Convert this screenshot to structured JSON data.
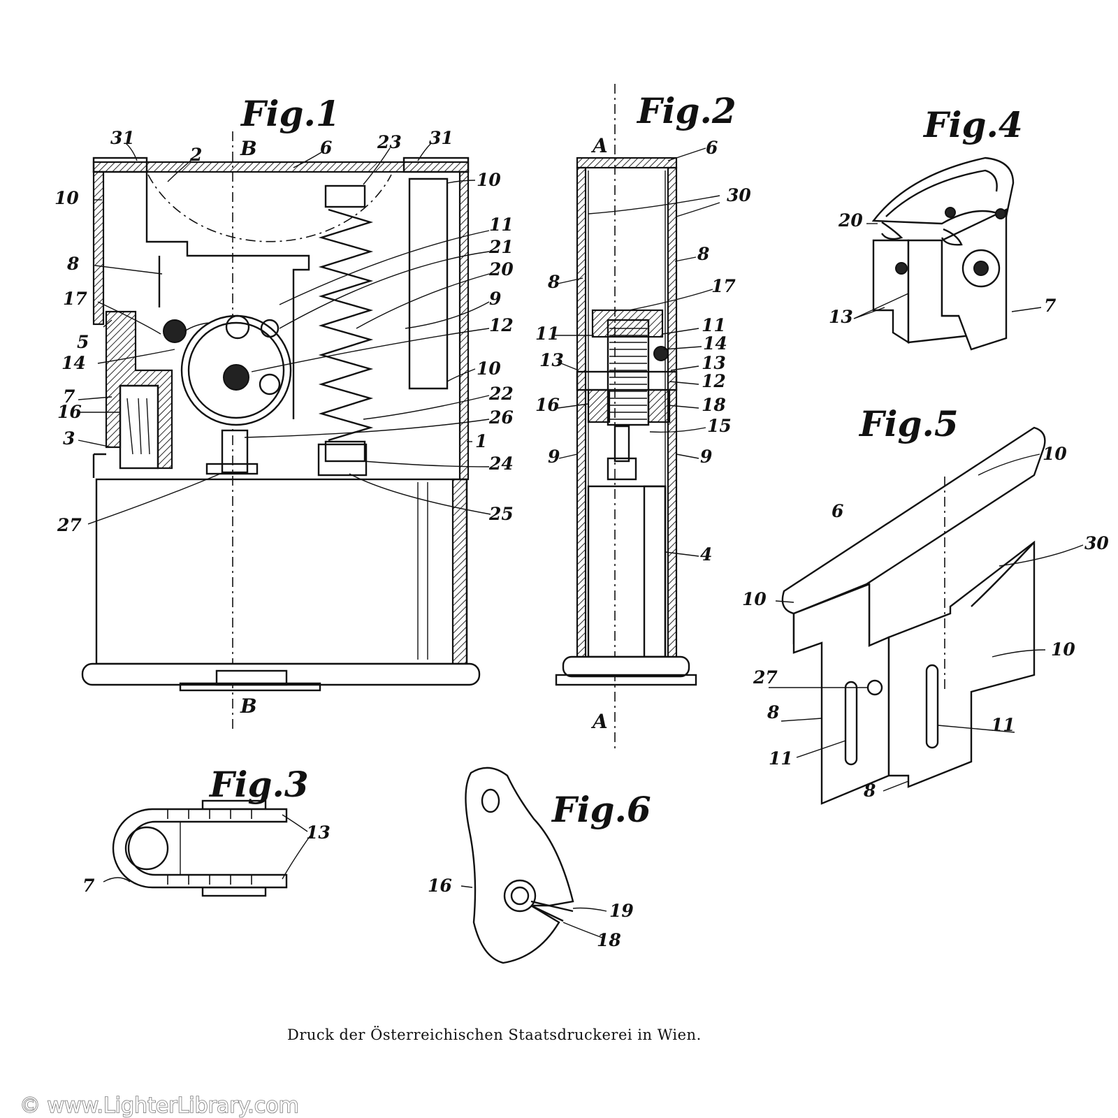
{
  "figures": [
    {
      "id": "fig1",
      "title": "Fig.1"
    },
    {
      "id": "fig2",
      "title": "Fig.2"
    },
    {
      "id": "fig3",
      "title": "Fig.3"
    },
    {
      "id": "fig4",
      "title": "Fig.4"
    },
    {
      "id": "fig5",
      "title": "Fig.5"
    },
    {
      "id": "fig6",
      "title": "Fig.6"
    }
  ],
  "section_marks": {
    "fig1_top": "B",
    "fig1_bottom": "B",
    "fig2_top": "A",
    "fig2_bottom": "A"
  },
  "labels": {
    "fig1": [
      "31",
      "31",
      "2",
      "6",
      "23",
      "10",
      "10",
      "11",
      "21",
      "20",
      "8",
      "9",
      "12",
      "17",
      "5",
      "14",
      "10",
      "7",
      "16",
      "3",
      "22",
      "26",
      "1",
      "24",
      "27",
      "25"
    ],
    "fig2": [
      "6",
      "30",
      "8",
      "8",
      "17",
      "11",
      "11",
      "14",
      "13",
      "13",
      "12",
      "16",
      "18",
      "15",
      "9",
      "9",
      "4"
    ],
    "fig3": [
      "13",
      "7"
    ],
    "fig4": [
      "20",
      "13",
      "7"
    ],
    "fig5": [
      "10",
      "6",
      "30",
      "10",
      "10",
      "27",
      "8",
      "11",
      "11",
      "8"
    ],
    "fig6": [
      "16",
      "19",
      "18"
    ]
  },
  "imprint": "Druck der Österreichischen Staatsdruckerei in Wien.",
  "watermark": "© www.LighterLibrary.com",
  "colors": {
    "ink": "#111111",
    "paper": "#ffffff",
    "watermark_outline": "#7a7a7a"
  }
}
